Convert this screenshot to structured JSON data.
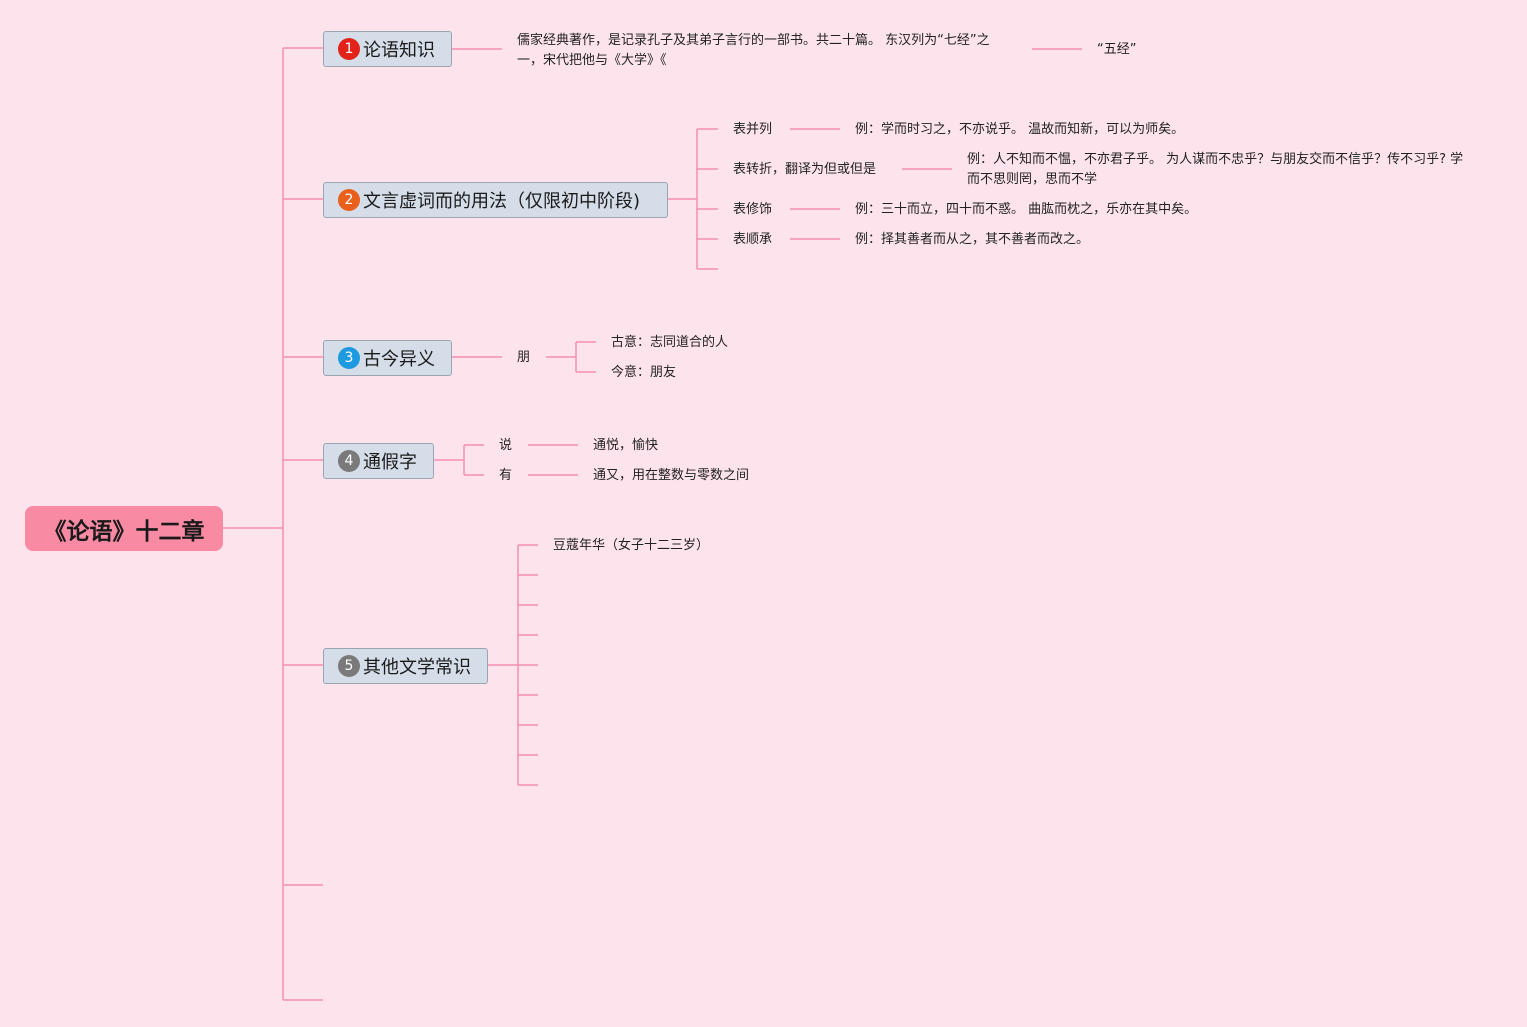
{
  "root": {
    "label": "《论语》十二章"
  },
  "colors": {
    "background": "#fde4ec",
    "line": "#f48fb1",
    "root": "#f98aa4",
    "topic_bg": "#d4dde8",
    "badge1": "#e2231a",
    "badge2": "#e8601c",
    "badge3": "#1e9be0",
    "badge4": "#7a7a7a",
    "badge5": "#7a7a7a"
  },
  "topics": [
    {
      "num": "1",
      "label": "论语知识",
      "desc": "儒家经典著作，是记录孔子及其弟子言行的一部书。共二十篇。 东汉列为“七经”之一，宋代把他与《大学》《",
      "extra": "“五经”"
    },
    {
      "num": "2",
      "label": "文言虚词而的用法（仅限初中阶段)",
      "items": [
        {
          "label": "表并列",
          "example": "例：学而时习之，不亦说乎。 温故而知新，可以为师矣。"
        },
        {
          "label": "表转折，翻译为但或但是",
          "example": "例：人不知而不愠，不亦君子乎。 为人谋而不忠乎？与朋友交而不信乎？传不习乎? 学而不思则罔，思而不学"
        },
        {
          "label": "表修饰",
          "example": "例：三十而立，四十而不惑。 曲肱而枕之，乐亦在其中矣。"
        },
        {
          "label": "表顺承",
          "example": "例：择其善者而从之，其不善者而改之。"
        }
      ]
    },
    {
      "num": "3",
      "label": "古今异义",
      "word": "朋",
      "meanings": [
        "古意：志同道合的人",
        "今意：朋友"
      ]
    },
    {
      "num": "4",
      "label": "通假字",
      "items": [
        {
          "char": "说",
          "meaning": "通悦，愉快"
        },
        {
          "char": "有",
          "meaning": "通又，用在整数与零数之间"
        }
      ]
    },
    {
      "num": "5",
      "label": "其他文学常识",
      "items": [
        "豆蔻年华（女子十二三岁）"
      ]
    }
  ]
}
